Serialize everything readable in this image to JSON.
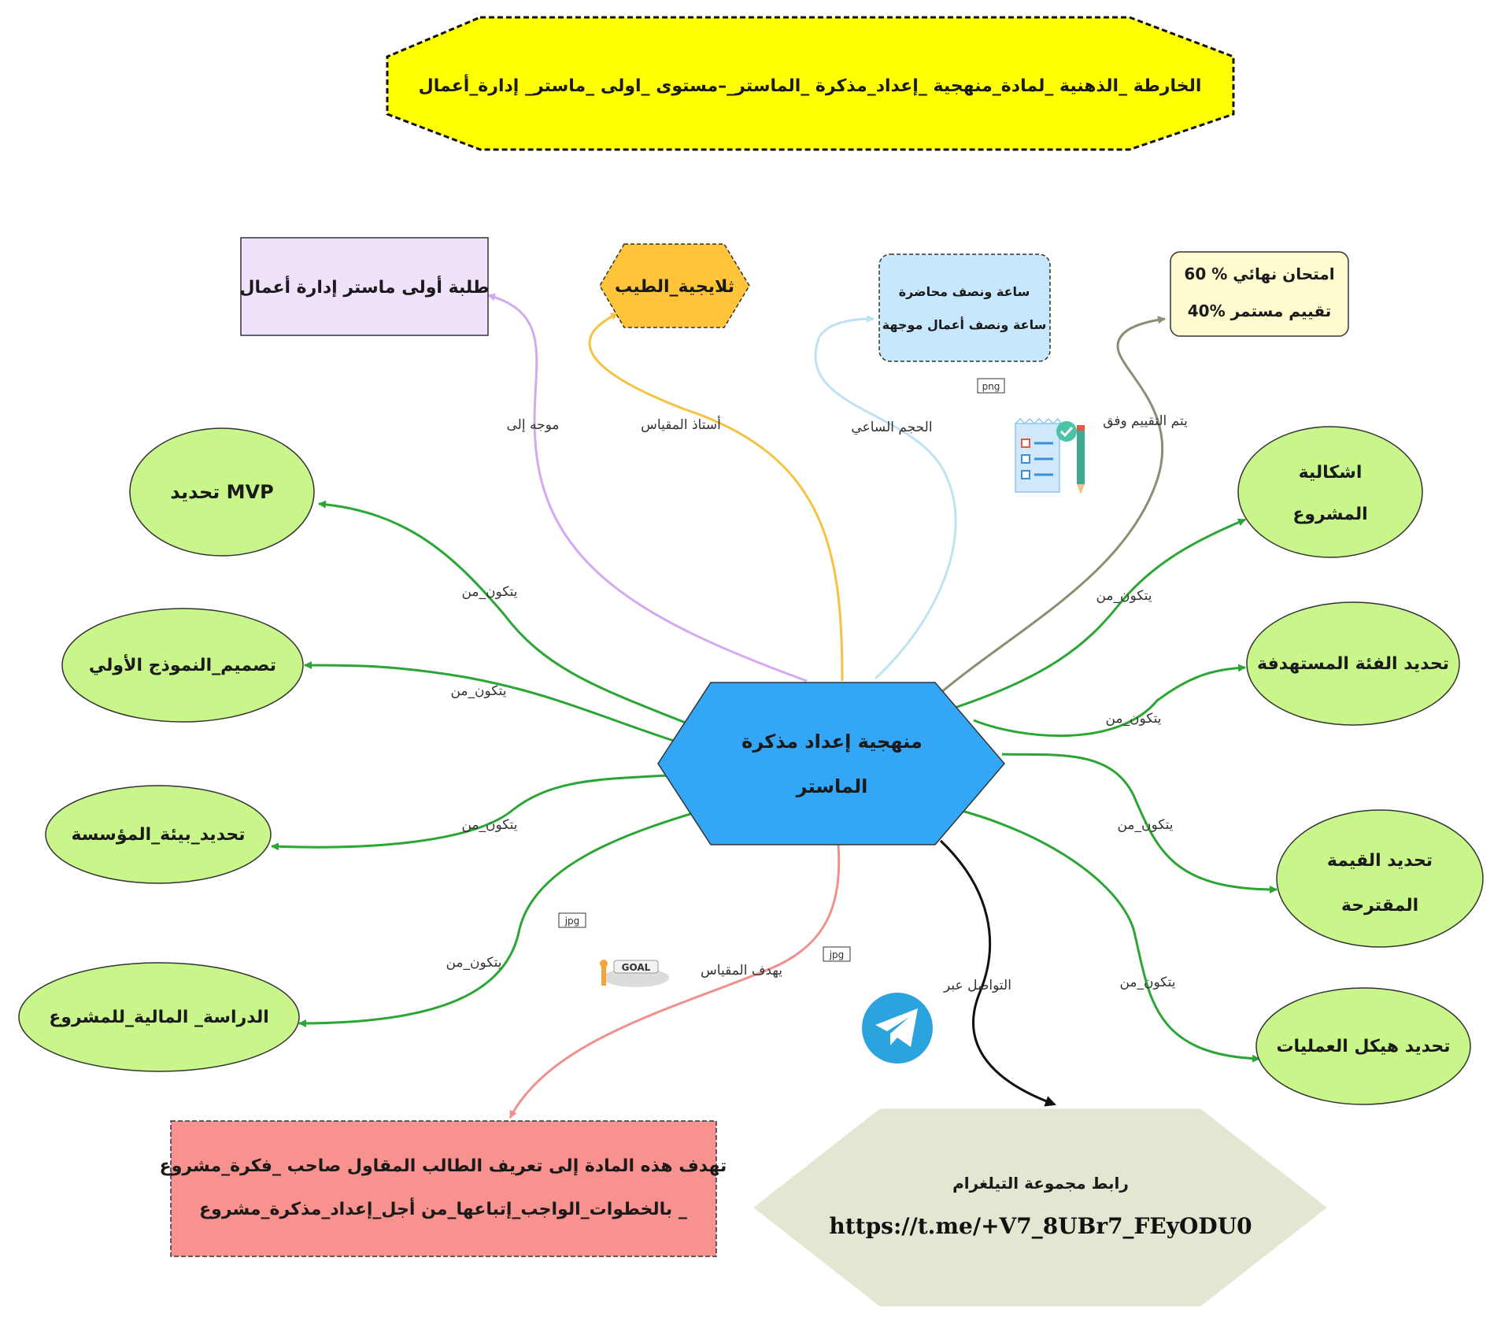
{
  "title": "الخارطة _الذهنية _لمادة_منهجية _إعداد_مذكرة _الماستر_–مستوى _اولى _ماستر_ إدارة_أعمال",
  "center": {
    "line1": "منهجية إعداد مذكرة",
    "line2": "الماستر"
  },
  "top_nodes": {
    "audience": "طلبة أولى ماستر إدارة أعمال",
    "teacher": "ثلايجية_الطيب",
    "hours_line1": "ساعة ونصف محاضرة",
    "hours_line2": "ساعة ونصف أعمال موجهة",
    "eval_line1": "امتحان نهائي % 60",
    "eval_line2": "تقييم مستمر %40"
  },
  "edge_labels": {
    "directed_to": "موجه إلى",
    "teacher": "أستاذ المقياس",
    "hours": "الحجم الساعي",
    "evaluation": "يتم التقييم وفق",
    "consists_of": "يتكون_من",
    "goal": "يهدف المقياس",
    "contact": "التواصل عبر"
  },
  "left_nodes": [
    "تحديد MVP",
    "تصميم_النموذج الأولي",
    "تحديد_بيئة_المؤسسة",
    "الدراسة_ المالية_للمشروع"
  ],
  "right_nodes": [
    {
      "line1": "اشكالية",
      "line2": "المشروع"
    },
    {
      "line1": "تحديد الفئة المستهدفة",
      "line2": ""
    },
    {
      "line1": "تحديد القيمة",
      "line2": "المقترحة"
    },
    {
      "line1": "تحديد هيكل العمليات",
      "line2": ""
    }
  ],
  "goal_box": {
    "line1": "تهدف هذه المادة إلى تعريف الطالب المقاول  صاحب _فكرة_مشروع",
    "line2": "بالخطوات_الواجب_إتباعها_من أجل_إعداد_مذكرة_مشروع   _"
  },
  "telegram_box": {
    "line1": "رابط مجموعة التيلغرام",
    "line2": "https://t.me/+V7_8UBr7_FEyODU0"
  },
  "image_tags": {
    "png": "png",
    "jpg": "jpg",
    "goal": "GOAL"
  },
  "colors": {
    "title_fill": "#ffff00",
    "center_fill": "#33a6f5",
    "teacher_fill": "#ffc43a",
    "audience_fill": "#f0e2fb",
    "hours_fill": "#c7e7fd",
    "eval_fill": "#fffccf",
    "green_nodes": "#c9f68b",
    "goal_fill": "#f8928f",
    "telegram_fill": "#e4e6d2",
    "edge_green": "#2ba635",
    "edge_purple": "#d5a8f1",
    "edge_yellow": "#f5c242",
    "edge_lightblue": "#bfe2f2",
    "edge_olive": "#8c8e72",
    "edge_pink": "#f0908c",
    "edge_black": "#111111"
  }
}
